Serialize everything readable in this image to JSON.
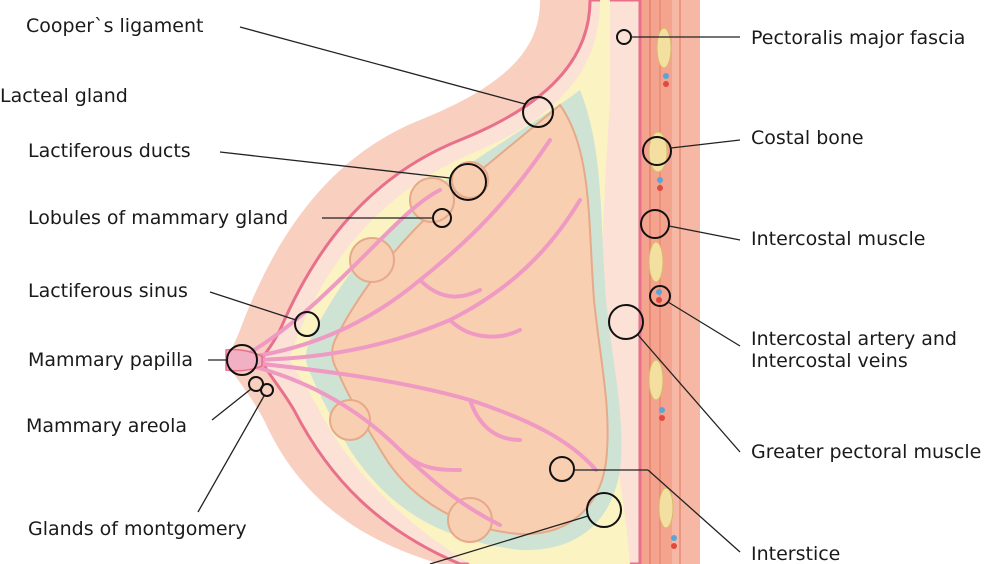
{
  "labels": {
    "coopers_ligament": "Cooper`s ligament",
    "lacteal_gland": "Lacteal gland",
    "lactiferous_ducts": "Lactiferous ducts",
    "lobules": "Lobules of mammary gland",
    "lactiferous_sinus": "Lactiferous sinus",
    "mammary_papilla": "Mammary papilla",
    "mammary_areola": "Mammary areola",
    "glands_montgomery": "Glands of montgomery",
    "pectoralis_fascia": "Pectoralis major fascia",
    "costal_bone": "Costal bone",
    "intercostal_muscle": "Intercostal muscle",
    "intercostal_artery_line1": "Intercostal artery and",
    "intercostal_artery_line2": "Intercostal veins",
    "greater_pectoral": "Greater pectoral muscle",
    "interstice": "Interstice"
  },
  "colors": {
    "skin_outer": "#f9cfc0",
    "skin_inner": "#fbe1d6",
    "dermis_line": "#e8708a",
    "fat": "#fbf3c2",
    "connective": "#cfe3d4",
    "gland_lobule": "#f9cfb2",
    "duct": "#ef9ac3",
    "muscle": "#f4a48e",
    "muscle_dark": "#e98a74",
    "fascia": "#f2c6e6",
    "bone": "#f3dfa0",
    "artery": "#e2493f",
    "vein": "#5aa4d8",
    "leader": "#222222"
  }
}
